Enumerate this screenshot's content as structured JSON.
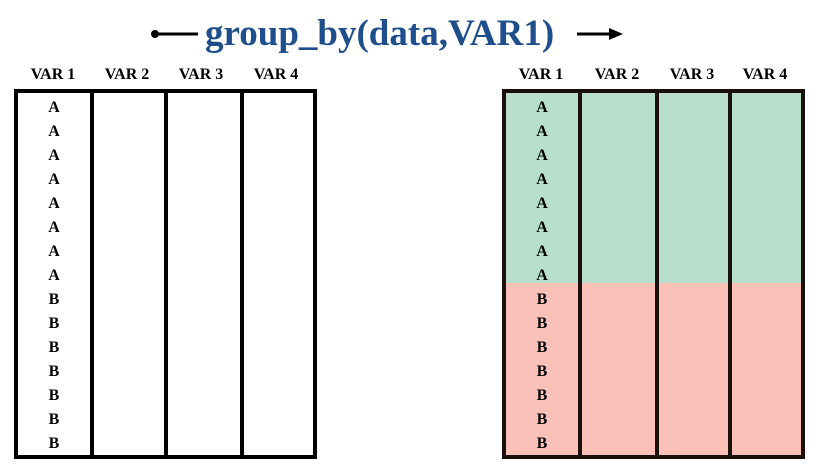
{
  "title": "group_by(data,VAR1)",
  "columns": [
    "VAR 1",
    "VAR 2",
    "VAR 3",
    "VAR 4"
  ],
  "var1_values": [
    "A",
    "A",
    "A",
    "A",
    "A",
    "A",
    "A",
    "A",
    "B",
    "B",
    "B",
    "B",
    "B",
    "B",
    "B"
  ],
  "colors": {
    "title": "#1f4e8c",
    "group_a": "#b8dfcb",
    "group_b": "#fbc1b9",
    "border": "#000000"
  }
}
